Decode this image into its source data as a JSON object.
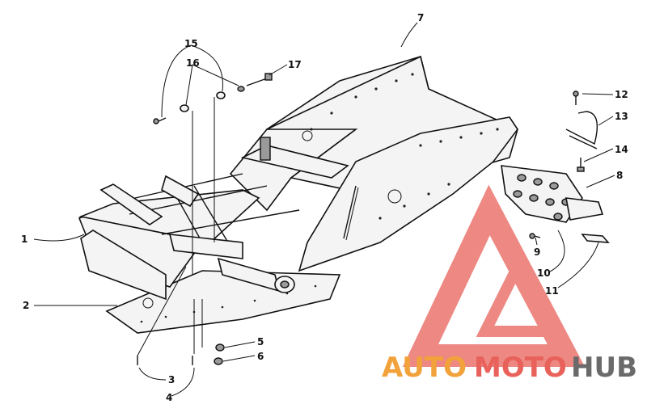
{
  "callouts": [
    {
      "id": "1",
      "text": "1"
    },
    {
      "id": "2",
      "text": "2"
    },
    {
      "id": "3",
      "text": "3"
    },
    {
      "id": "4",
      "text": "4"
    },
    {
      "id": "5",
      "text": "5"
    },
    {
      "id": "6",
      "text": "6"
    },
    {
      "id": "7",
      "text": "7"
    },
    {
      "id": "8",
      "text": "8"
    },
    {
      "id": "9",
      "text": "9"
    },
    {
      "id": "10",
      "text": "10"
    },
    {
      "id": "11",
      "text": "11"
    },
    {
      "id": "12",
      "text": "12"
    },
    {
      "id": "13",
      "text": "13"
    },
    {
      "id": "14",
      "text": "14"
    },
    {
      "id": "15",
      "text": "15"
    },
    {
      "id": "16",
      "text": "16"
    },
    {
      "id": "17",
      "text": "17"
    }
  ],
  "watermark": {
    "part1": "AUTO",
    "part2": "MOTO",
    "part3": "HUB",
    "color_orange": "#f2a23a",
    "color_red": "#e8615a",
    "color_grey": "#6a6a6a",
    "triangle_color": "#e8615a"
  }
}
